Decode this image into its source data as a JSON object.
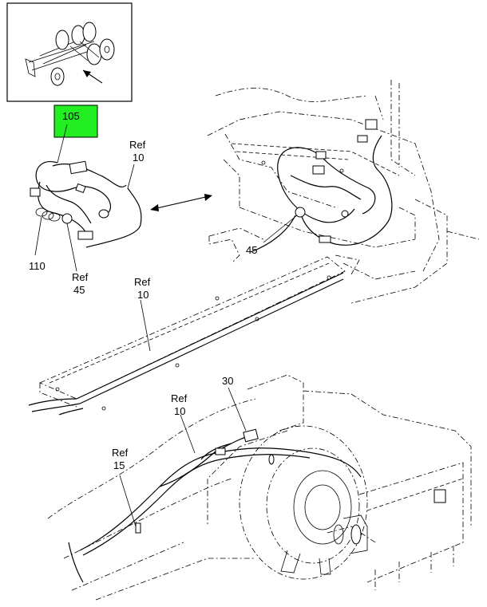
{
  "callouts": {
    "c105": "105",
    "ref10_a_ref": "Ref",
    "ref10_a_num": "10",
    "c110": "110",
    "ref45_ref": "Ref",
    "ref45_num": "45",
    "c45": "45",
    "ref10_b_ref": "Ref",
    "ref10_b_num": "10",
    "c30": "30",
    "ref10_c_ref": "Ref",
    "ref10_c_num": "10",
    "ref15_ref": "Ref",
    "ref15_num": "15"
  },
  "colors": {
    "highlight": "#22ee22",
    "line": "#000000",
    "background": "#ffffff"
  }
}
